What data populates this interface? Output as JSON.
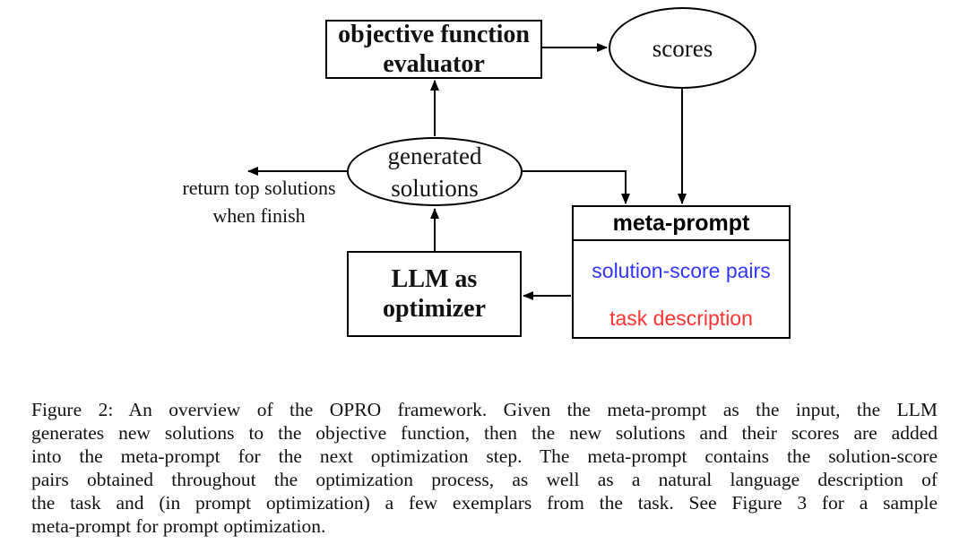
{
  "figure": {
    "diagram": {
      "evaluator_box": {
        "line1": "objective function",
        "line2": "evaluator"
      },
      "scores_ellipse": {
        "label": "scores"
      },
      "generated_ellipse": {
        "line1": "generated",
        "line2": "solutions"
      },
      "return_label": {
        "line1": "return top solutions",
        "line2": "when finish"
      },
      "llm_box": {
        "line1": "LLM as",
        "line2": "optimizer"
      },
      "meta_box": {
        "title": "meta-prompt",
        "item1": "solution-score pairs",
        "item2": "task description",
        "item1_color": "#3333ff",
        "item2_color": "#ff3333"
      },
      "line_color": "#000000",
      "background_color": "#ffffff"
    },
    "caption": {
      "lines": [
        "Figure 2: An overview of the OPRO framework. Given the meta-prompt as the input, the LLM",
        "generates new solutions to the objective function, then the new solutions and their scores are added",
        "into the meta-prompt for the next optimization step. The meta-prompt contains the solution-score",
        "pairs obtained throughout the optimization process, as well as a natural language description of",
        "the task and (in prompt optimization) a few exemplars from the task. See Figure 3 for a sample",
        "meta-prompt for prompt optimization."
      ]
    }
  }
}
